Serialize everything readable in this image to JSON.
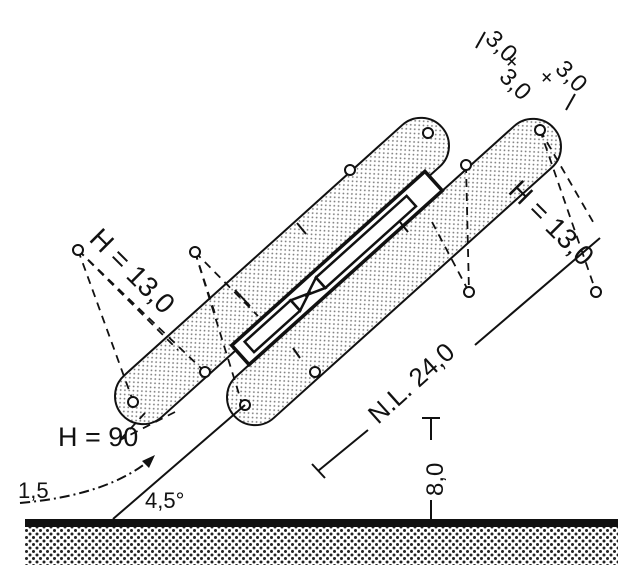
{
  "labels": {
    "h_left": "H = 13,0",
    "h_right": "H = 13,0",
    "h_main": "H = 90",
    "nl": "N.L. 24,0",
    "height": "8,0",
    "offset": "1,5",
    "angle": "4,5°",
    "tol_top_a": "3,0",
    "tol_top_b": "3,0",
    "tol_top_c": "3,0"
  },
  "colors": {
    "ink": "#111111",
    "ground_dots": "#222222",
    "lobe_dots": "#777777"
  }
}
